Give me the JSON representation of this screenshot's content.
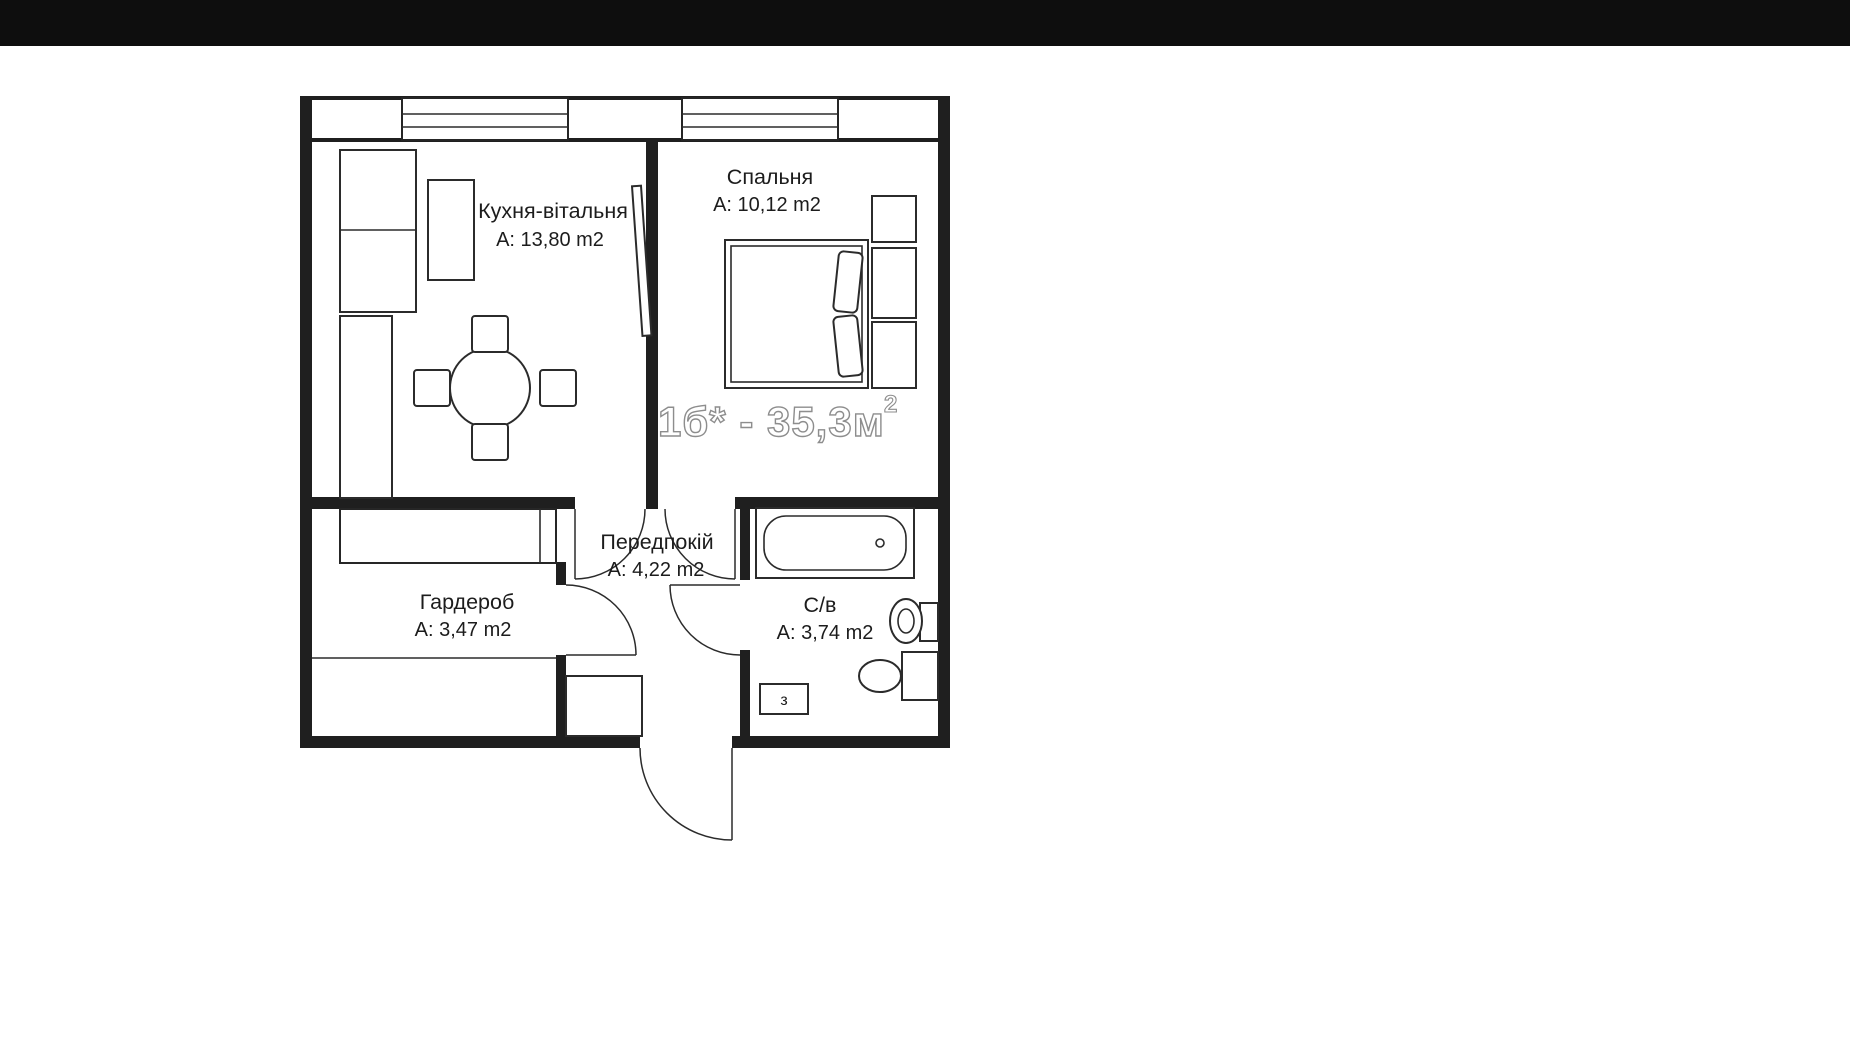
{
  "page": {
    "top_bar_color": "#0e0e0e",
    "background": "#ffffff"
  },
  "plan": {
    "unit_label": "1б* - 35,3м",
    "unit_label_superscript": "2",
    "rooms": {
      "kitchen": {
        "name": "Кухня-вітальня",
        "area": "А: 13,80 m2"
      },
      "bedroom": {
        "name": "Спальня",
        "area": "А: 10,12 m2"
      },
      "hallway": {
        "name": "Передпокій",
        "area": "А: 4,22 m2"
      },
      "wardrobe": {
        "name": "Гардероб",
        "area": "А: 3,47 m2"
      },
      "bathroom": {
        "name": "С/в",
        "area": "А: 3,74 m2"
      }
    },
    "markers": {
      "meter_box": "з"
    },
    "colors": {
      "wall": "#1f1f1f",
      "line": "#2b2b2b",
      "outline_text_stroke": "#8d8d8d"
    }
  }
}
